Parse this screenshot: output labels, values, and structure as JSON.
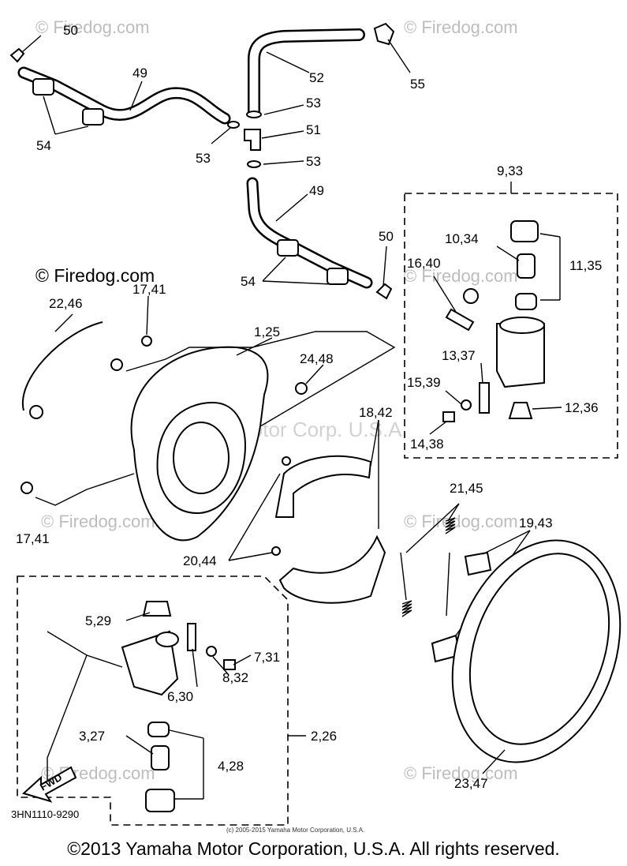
{
  "watermarks": {
    "brand": "© Firedog.com",
    "center": "Yamaha Motor Corp. U.S.A."
  },
  "labels": {
    "l50a": "50",
    "l49a": "49",
    "l52": "52",
    "l55": "55",
    "l53a": "53",
    "l51": "51",
    "l54a": "54",
    "l53b": "53",
    "l53c": "53",
    "l49b": "49",
    "l9_33": "9,33",
    "l50b": "50",
    "l10_34": "10,34",
    "l11_35": "11,35",
    "l16_40": "16,40",
    "l54b": "54",
    "l17_41a": "17,41",
    "l22_46": "22,46",
    "l1_25": "1,25",
    "l24_48": "24,48",
    "l13_37": "13,37",
    "l15_39": "15,39",
    "l12_36": "12,36",
    "l14_38": "14,38",
    "l18_42": "18,42",
    "l21_45": "21,45",
    "l19_43": "19,43",
    "l17_41b": "17,41",
    "l20_44": "20,44",
    "l5_29": "5,29",
    "l7_31": "7,31",
    "l8_32": "8,32",
    "l6_30": "6,30",
    "l2_26": "2,26",
    "l3_27": "3,27",
    "l4_28": "4,28",
    "l23_47": "23,47"
  },
  "fwd_label": "FWD",
  "diagram_code": "3HN1110-9290",
  "small_copyright": "(c) 2005-2015 Yamaha Motor Corporation, U.S.A.",
  "copyright": "©2013 Yamaha Motor Corporation, U.S.A. All rights reserved."
}
